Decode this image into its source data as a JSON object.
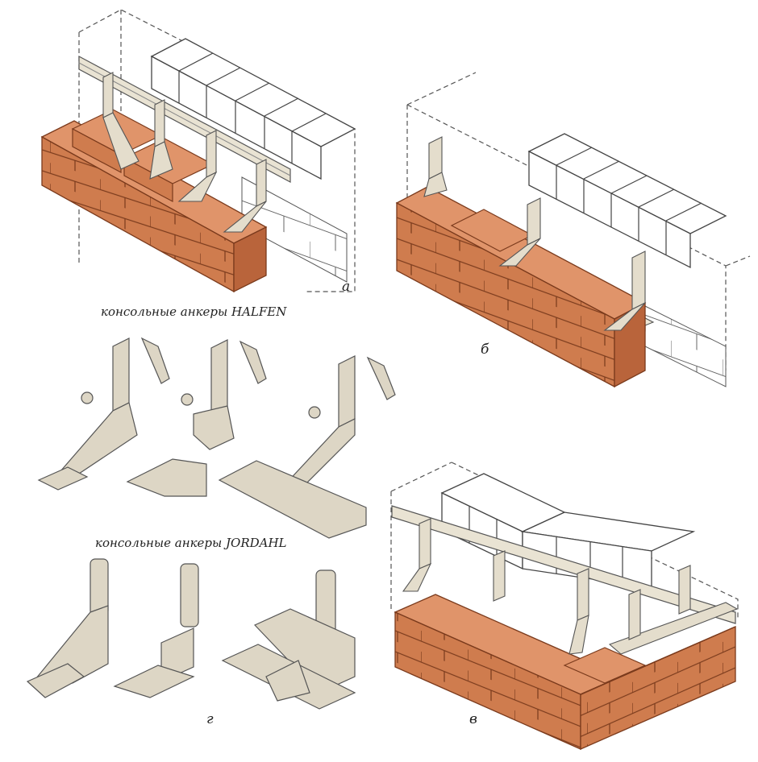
{
  "captions": {
    "halfen": "консольные анкеры HALFEN",
    "jordahl": "консольные анкеры JORDAHL"
  },
  "panel_letters": {
    "a": "а",
    "b": "б",
    "v": "в",
    "g": "г"
  },
  "colors": {
    "brick": "#cf7c4e",
    "brick_dark": "#a9542f",
    "block": "#ffffff",
    "line": "#444444",
    "steel": "#d9d3c4",
    "steel_dark": "#9c9584"
  }
}
